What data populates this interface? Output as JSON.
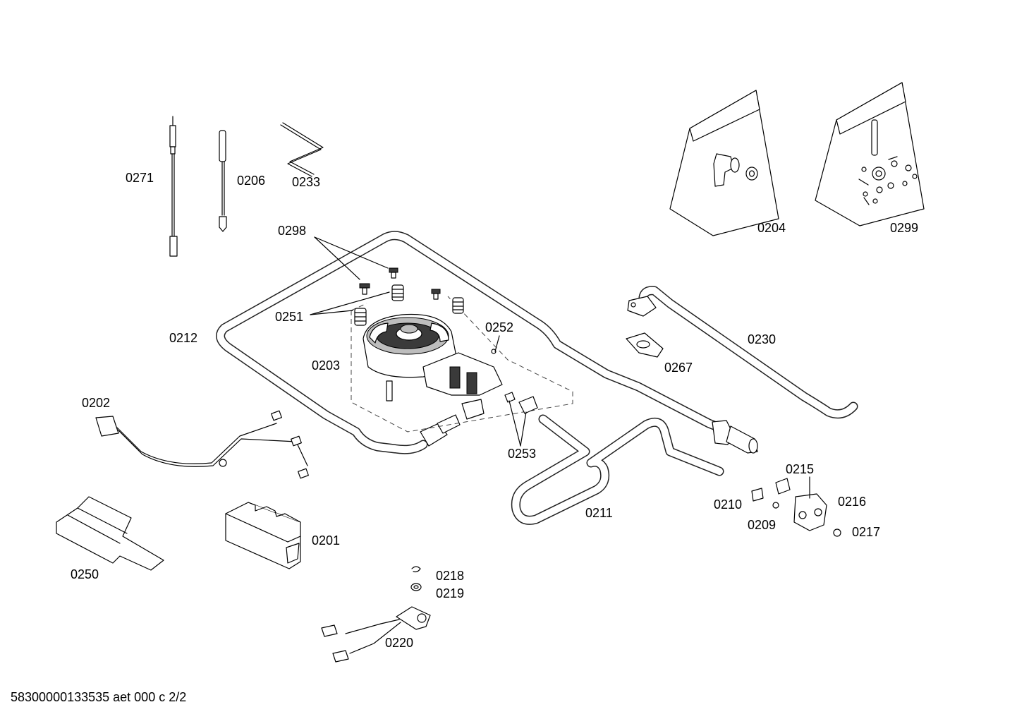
{
  "diagram": {
    "labels": {
      "p0271": "0271",
      "p0206": "0206",
      "p0233": "0233",
      "p0204": "0204",
      "p0299": "0299",
      "p0298": "0298",
      "p0251": "0251",
      "p0212": "0212",
      "p0252": "0252",
      "p0203": "0203",
      "p0230": "0230",
      "p0267": "0267",
      "p0202": "0202",
      "p0253": "0253",
      "p0215": "0215",
      "p0210": "0210",
      "p0216": "0216",
      "p0211": "0211",
      "p0209": "0209",
      "p0217": "0217",
      "p0201": "0201",
      "p0250": "0250",
      "p0218": "0218",
      "p0219": "0219",
      "p0220": "0220"
    },
    "footer": "58300000133535 aet 000 c 2/2"
  }
}
